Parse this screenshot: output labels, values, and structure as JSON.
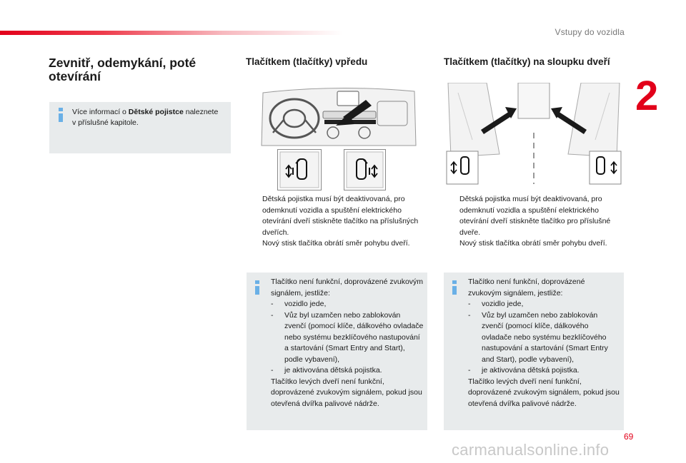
{
  "header": {
    "section_title": "Vstupy do vozidla",
    "chapter_number": "2"
  },
  "footer": {
    "page_number": "69",
    "watermark": "carmanualsonline.info"
  },
  "left": {
    "title": "Zevnitř, odemykání, poté otevírání",
    "note_before": "Více informací o ",
    "note_bold": "Dětské pojistce",
    "note_after": " naleznete v příslušné kapitole."
  },
  "middle": {
    "title": "Tlačítkem (tlačítky) vpředu",
    "bullets": [
      "Dětská pojistka musí být deaktivovaná, pro odemknutí vozidla a spuštění elektrického otevírání dveří stiskněte tlačítko na příslušných dveřích.",
      "Nový stisk tlačítka obrátí směr pohybu dveří."
    ],
    "note_intro": "Tlačítko není funkční, doprovázené zvukovým signálem, jestliže:",
    "note_items": [
      "vozidlo jede,",
      "Vůz byl uzamčen nebo zablokován zvenčí (pomocí klíče, dálkového ovladače nebo systému bezklíčového nastupování a startování (Smart Entry and Start), podle vybavení),",
      "je aktivována dětská pojistka."
    ],
    "note_outro": "Tlačítko levých dveří není funkční, doprovázené zvukovým signálem, pokud jsou otevřená dvířka palivové nádrže."
  },
  "right": {
    "title": "Tlačítkem (tlačítky) na sloupku dveří",
    "bullets": [
      "Dětská pojistka musí být deaktivovaná, pro odemknutí vozidla a spuštění elektrického otevírání dveří stiskněte tlačítko pro příslušné dveře.",
      "Nový stisk tlačítka obrátí směr pohybu dveří."
    ],
    "note_intro": "Tlačítko není funkční, doprovázené zvukovým signálem, jestliže:",
    "note_items": [
      "vozidlo jede,",
      "Vůz byl uzamčen nebo zablokován zvenčí (pomocí klíče, dálkového ovladače nebo systému bezklíčového nastupování a startování (Smart Entry and Start), podle vybavení),",
      "je aktivována dětská pojistka."
    ],
    "note_outro": "Tlačítko levých dveří není funkční, doprovázené zvukovým signálem, pokud jsou otevřená dvířka palivové nádrže."
  },
  "symbols": {
    "bullet_mark": "",
    "dash_mark": "-"
  },
  "colors": {
    "accent_red": "#e2001a",
    "info_blue": "#6ab0e6",
    "box_gray": "#e8ebec"
  },
  "icons": [
    "info-icon",
    "dashboard-illustration",
    "door-button-icon",
    "door-pillar-illustration",
    "arrow-icon"
  ]
}
